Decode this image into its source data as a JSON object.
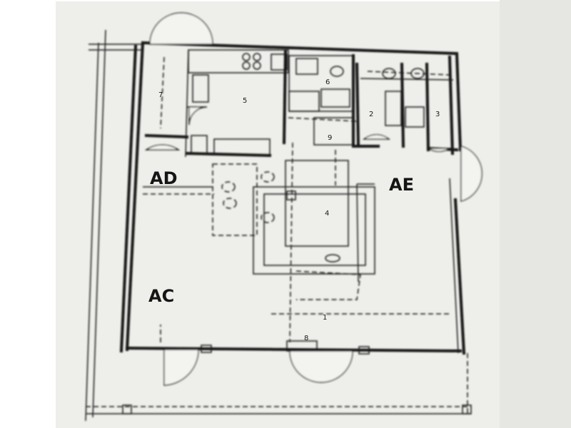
{
  "zones": {
    "ad": "AD",
    "ae": "AE",
    "ac": "AC"
  },
  "rooms": {
    "r1": "1",
    "r2": "2",
    "r3": "3",
    "r4": "4",
    "r5": "5",
    "r6": "6",
    "r7": "7",
    "r8": "8",
    "r9": "9"
  },
  "colors": {
    "paper": "#eeeeea",
    "ink": "#151515"
  }
}
